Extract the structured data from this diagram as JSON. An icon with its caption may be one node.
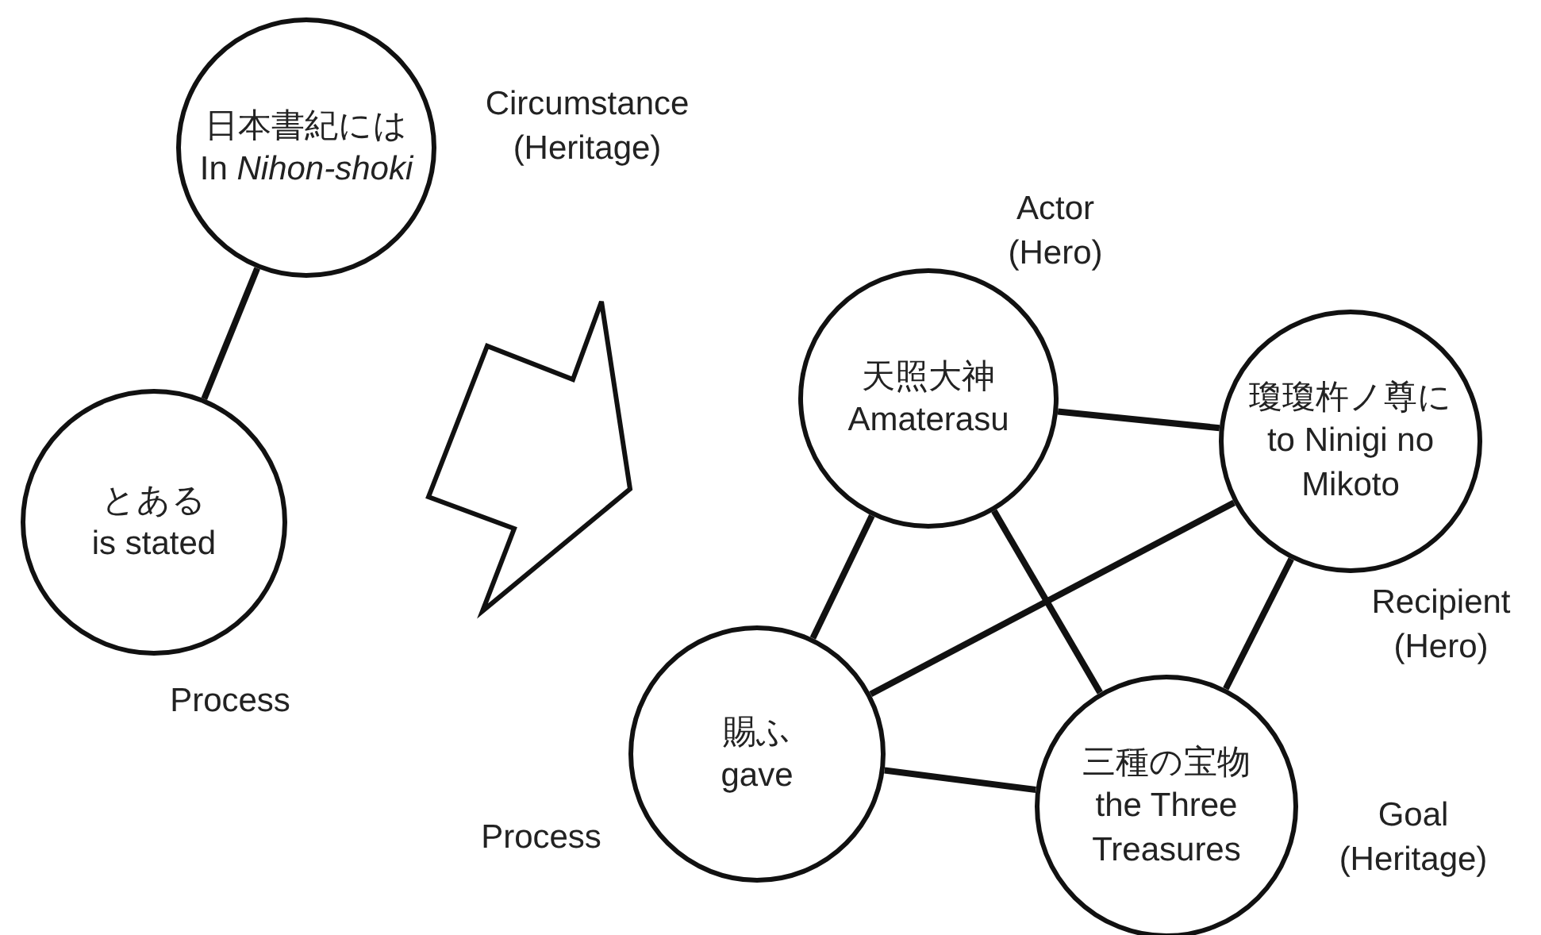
{
  "diagram": {
    "nodes": [
      {
        "text": [
          "日本書紀には",
          "In *Nihon-shoki*"
        ],
        "beside": [
          "Circumstance (Heritage)"
        ]
      },
      {
        "text": [
          "とある",
          "is stated"
        ],
        "beside": [
          "Process"
        ]
      },
      {
        "text": [
          "天照大神",
          "Amaterasu"
        ],
        "beside": [
          "Actor (Hero)"
        ]
      },
      {
        "text": [
          "瓊瓊杵ノ尊に",
          "to Ninigi no Mikoto"
        ],
        "beside": [
          "Recipient (Hero)"
        ]
      },
      {
        "text": [
          "賜ふ",
          "gave"
        ],
        "beside": [
          "Process"
        ]
      },
      {
        "text": [
          "三種の宝物",
          "the Three Treasures"
        ],
        "beside": [
          "Goal (Heritage)"
        ]
      }
    ],
    "edges": [
      {
        "from": 0,
        "to": 1,
        "arrow": "none"
      },
      {
        "from": 2,
        "to": 3,
        "arrow": "none"
      },
      {
        "from": 2,
        "to": 4,
        "arrow": "none"
      },
      {
        "from": 2,
        "to": 5,
        "arrow": "none"
      },
      {
        "from": 3,
        "to": 4,
        "arrow": "none"
      },
      {
        "from": 3,
        "to": 5,
        "arrow": "none"
      },
      {
        "from": 4,
        "to": 5,
        "arrow": "none"
      }
    ]
  }
}
